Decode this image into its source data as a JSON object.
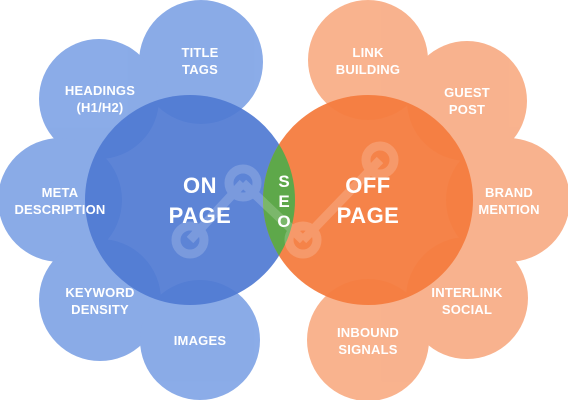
{
  "colors": {
    "blue_petal": "#6e97e2",
    "blue_center": "#4f7ad3",
    "orange_petal": "#f7a072",
    "orange_center": "#f47c3f",
    "green_overlap": "#5ea84a",
    "text": "#ffffff"
  },
  "on_page": {
    "center_line1": "ON",
    "center_line2": "PAGE",
    "petals": [
      {
        "line1": "TITLE",
        "line2": "TAGS"
      },
      {
        "line1": "HEADINGS",
        "line2": "(H1/H2)"
      },
      {
        "line1": "META",
        "line2": "DESCRIPTION"
      },
      {
        "line1": "KEYWORD",
        "line2": "DENSITY"
      },
      {
        "line1": "IMAGES",
        "line2": ""
      }
    ]
  },
  "off_page": {
    "center_line1": "OFF",
    "center_line2": "PAGE",
    "petals": [
      {
        "line1": "LINK",
        "line2": "BUILDING"
      },
      {
        "line1": "GUEST",
        "line2": "POST"
      },
      {
        "line1": "BRAND",
        "line2": "MENTION"
      },
      {
        "line1": "INTERLINK",
        "line2": "SOCIAL"
      },
      {
        "line1": "INBOUND",
        "line2": "SIGNALS"
      }
    ]
  },
  "overlap": {
    "letters": [
      "S",
      "E",
      "O"
    ]
  }
}
